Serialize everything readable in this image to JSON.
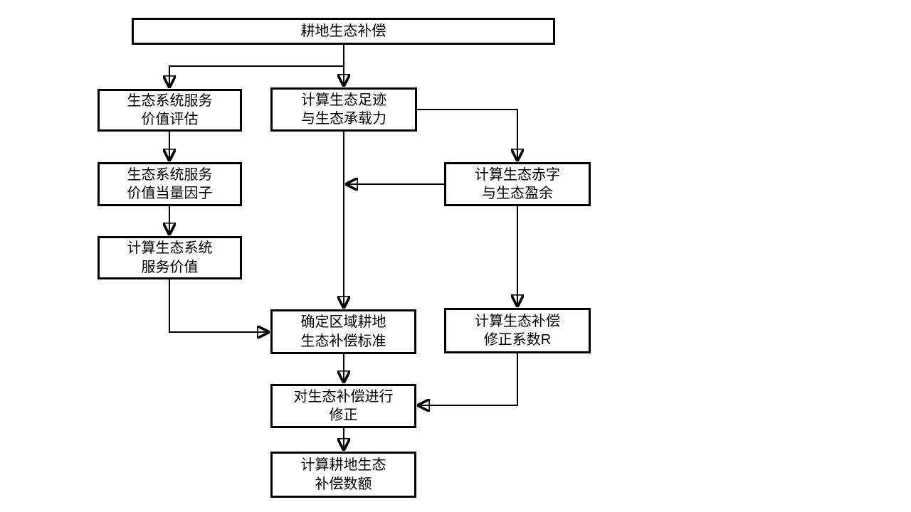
{
  "diagram": {
    "background_color": "#ffffff",
    "line_color": "#000000",
    "box_fill": "#ffffff",
    "box_border_color": "#000000",
    "text_color": "#000000"
  },
  "nodes": {
    "root": {
      "label": "耕地生态补偿"
    },
    "esv_assessment": {
      "label": "生态系统服务\n价值评估"
    },
    "esv_equivalent_factor": {
      "label": "生态系统服务\n价值当量因子"
    },
    "calc_esv": {
      "label": "计算生态系统\n服务价值"
    },
    "calc_footprint_capacity": {
      "label": "计算生态足迹\n与生态承载力"
    },
    "calc_deficit_surplus": {
      "label": "计算生态赤字\n与生态盈余"
    },
    "calc_correction_coefficient": {
      "label": "计算生态补偿\n修正系数R"
    },
    "regional_compensation_standard": {
      "label": "确定区域耕地\n生态补偿标准"
    },
    "correct_compensation": {
      "label": "对生态补偿进行\n修正"
    },
    "calc_compensation_amount": {
      "label": "计算耕地生态\n补偿数额"
    }
  },
  "edges": [
    {
      "from": "耕地生态补偿",
      "to": "生态系统服务价值评估"
    },
    {
      "from": "耕地生态补偿",
      "to": "计算生态足迹与生态承载力"
    },
    {
      "from": "生态系统服务价值评估",
      "to": "生态系统服务价值当量因子"
    },
    {
      "from": "生态系统服务价值当量因子",
      "to": "计算生态系统服务价值"
    },
    {
      "from": "计算生态系统服务价值",
      "to": "确定区域耕地生态补偿标准"
    },
    {
      "from": "计算生态足迹与生态承载力",
      "to": "计算生态赤字与生态盈余"
    },
    {
      "from": "计算生态足迹与生态承载力",
      "to": "确定区域耕地生态补偿标准"
    },
    {
      "from": "计算生态赤字与生态盈余",
      "to": "确定区域耕地生态补偿标准"
    },
    {
      "from": "计算生态赤字与生态盈余",
      "to": "计算生态补偿修正系数R"
    },
    {
      "from": "计算生态补偿修正系数R",
      "to": "对生态补偿进行修正"
    },
    {
      "from": "确定区域耕地生态补偿标准",
      "to": "对生态补偿进行修正"
    },
    {
      "from": "对生态补偿进行修正",
      "to": "计算耕地生态补偿数额"
    }
  ]
}
